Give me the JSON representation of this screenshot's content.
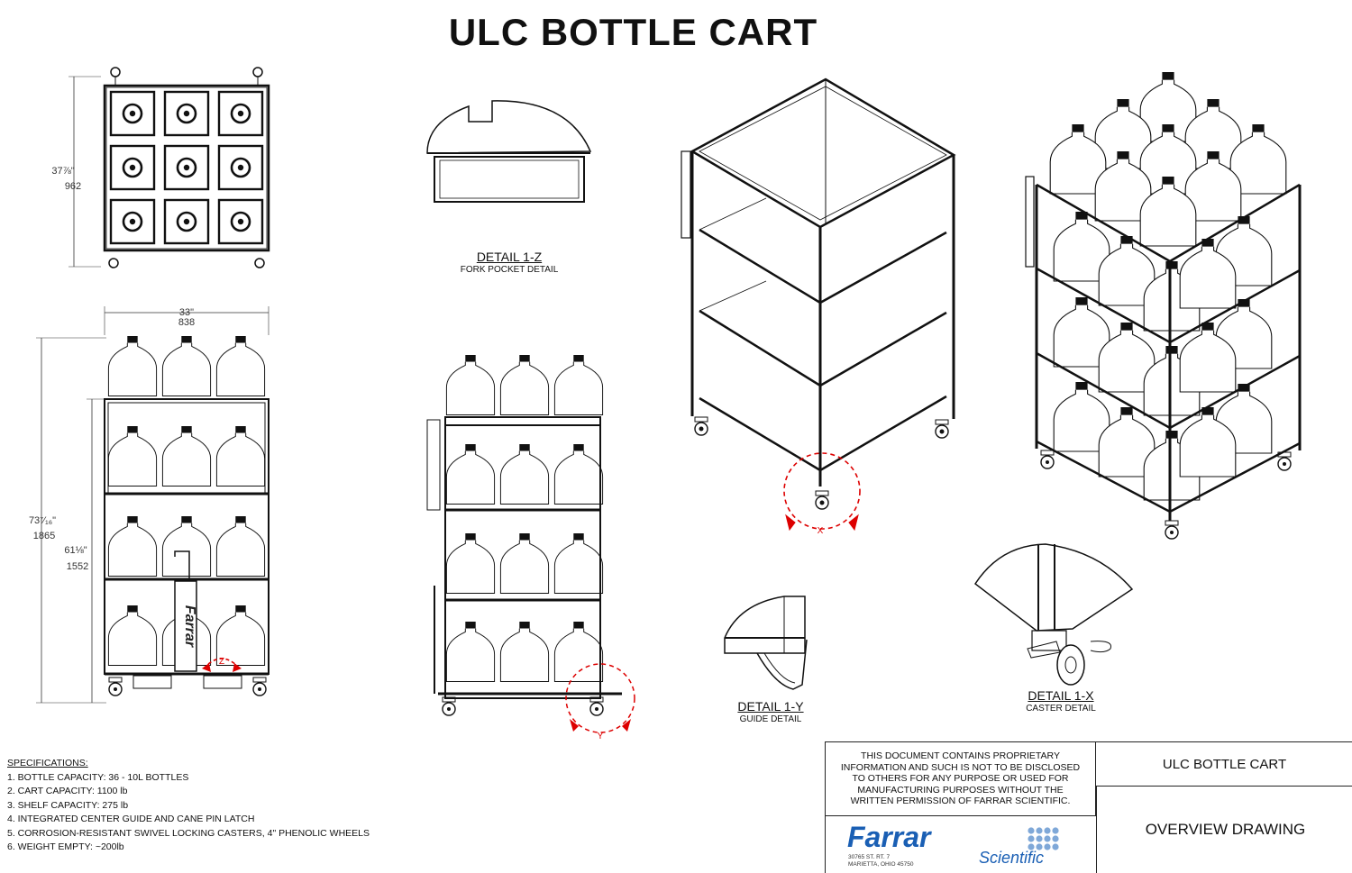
{
  "title": "ULC BOTTLE CART",
  "dimensions": {
    "top_depth_in": "37⅞\"",
    "top_depth_mm": "962",
    "width_in": "33\"",
    "width_mm": "838",
    "height_total_in": "73⁷⁄₁₆\"",
    "height_total_mm": "1865",
    "height_frame_in": "61⅛\"",
    "height_frame_mm": "1552"
  },
  "details": {
    "z": {
      "title": "DETAIL  1-Z",
      "subtitle": "FORK POCKET DETAIL",
      "marker": "Z"
    },
    "y": {
      "title": "DETAIL  1-Y",
      "subtitle": "GUIDE DETAIL",
      "marker": "Y"
    },
    "x": {
      "title": "DETAIL  1-X",
      "subtitle": "CASTER DETAIL",
      "marker": "X"
    }
  },
  "specs": {
    "heading": "SPECIFICATIONS:",
    "items": [
      "1. BOTTLE CAPACITY: 36 - 10L BOTTLES",
      "2. CART CAPACITY: 1100 lb",
      "3. SHELF CAPACITY: 275 lb",
      "4. INTEGRATED CENTER GUIDE AND CANE PIN LATCH",
      "5. CORROSION-RESISTANT SWIVEL LOCKING CASTERS, 4\" PHENOLIC WHEELS",
      "6. WEIGHT EMPTY: ~200lb"
    ]
  },
  "title_block": {
    "notice_lines": [
      "THIS DOCUMENT CONTAINS PROPRIETARY",
      "INFORMATION AND SUCH IS NOT TO BE DISCLOSED",
      "TO OTHERS FOR ANY PURPOSE OR USED FOR",
      "MANUFACTURING PURPOSES WITHOUT THE",
      "WRITTEN PERMISSION OF FARRAR SCIENTIFIC."
    ],
    "drawing_name": "ULC BOTTLE CART",
    "drawing_type": "OVERVIEW DRAWING",
    "logo_main": "Farrar",
    "logo_sub": "Scientific",
    "address_1": "30765 ST. RT. 7",
    "address_2": "MARIETTA, OHIO 45750",
    "brand_color": "#1a5fb4"
  }
}
